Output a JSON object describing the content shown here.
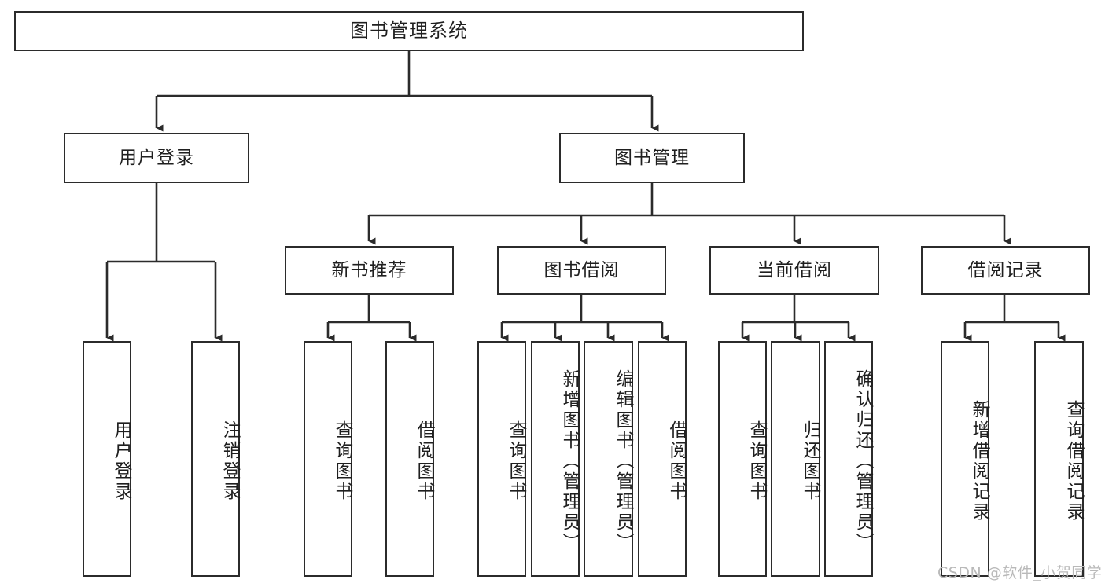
{
  "diagram": {
    "title": "图书管理系统",
    "type": "tree-hierarchy",
    "watermark": "CSDN @软件_小贺同学",
    "root": {
      "label": "图书管理系统"
    },
    "level2": [
      {
        "label": "用户登录"
      },
      {
        "label": "图书管理"
      }
    ],
    "level3": [
      {
        "label": "新书推荐"
      },
      {
        "label": "图书借阅"
      },
      {
        "label": "当前借阅"
      },
      {
        "label": "借阅记录"
      }
    ],
    "leaves": {
      "user_login": [
        {
          "label": "用户登录"
        },
        {
          "label": "注销登录"
        }
      ],
      "new_book": [
        {
          "label": "查询图书"
        },
        {
          "label": "借阅图书"
        }
      ],
      "book_borrow": [
        {
          "label": "查询图书"
        },
        {
          "label": "新增图书（管理员）"
        },
        {
          "label": "编辑图书（管理员）"
        },
        {
          "label": "借阅图书"
        }
      ],
      "current_borrow": [
        {
          "label": "查询图书"
        },
        {
          "label": "归还图书"
        },
        {
          "label": "确认归还（管理员）"
        }
      ],
      "borrow_record": [
        {
          "label": "新增借阅记录"
        },
        {
          "label": "查询借阅记录"
        }
      ]
    },
    "colors": {
      "stroke": "#2b2b2b",
      "background": "#ffffff",
      "text": "#1f1f1f",
      "watermark": "#b9b9b9"
    }
  }
}
